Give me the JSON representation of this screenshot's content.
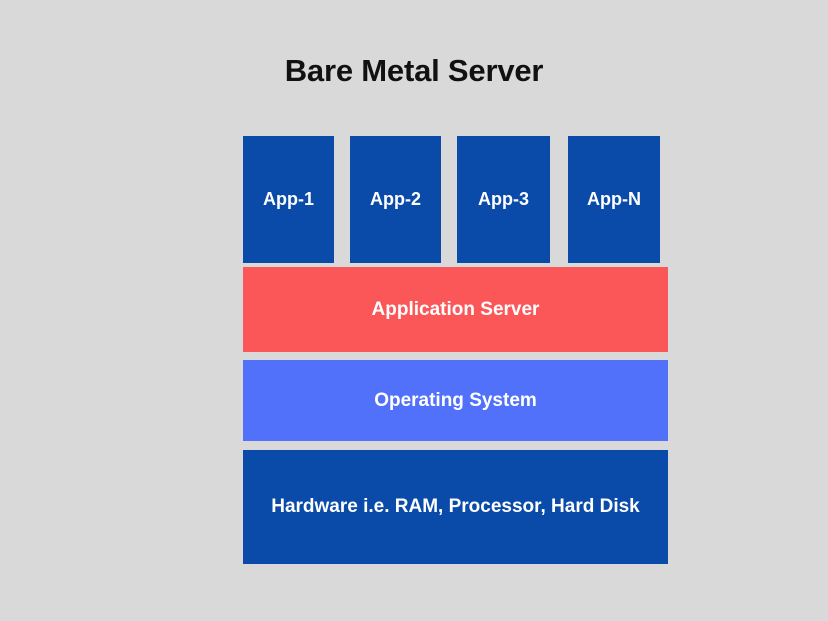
{
  "diagram": {
    "title": "Bare Metal Server",
    "background_color": "#d9d9d9",
    "title_color": "#111111",
    "colors": {
      "app_blue": "#0a4aa8",
      "app_server_red": "#fc5758",
      "os_periwinkle": "#5271fb",
      "hardware_blue": "#0a4aa8",
      "label_text": "#ffffff"
    },
    "apps": [
      {
        "label": "App-1",
        "color": "#0a4aa8"
      },
      {
        "label": "App-2",
        "color": "#0a4aa8"
      },
      {
        "label": "App-3",
        "color": "#0a4aa8"
      },
      {
        "label": "App-N",
        "color": "#0a4aa8"
      }
    ],
    "layers": [
      {
        "label": "Application Server",
        "color": "#fc5758"
      },
      {
        "label": "Operating System",
        "color": "#5271fb"
      },
      {
        "label": "Hardware i.e. RAM, Processor, Hard Disk",
        "color": "#0a4aa8"
      }
    ]
  }
}
